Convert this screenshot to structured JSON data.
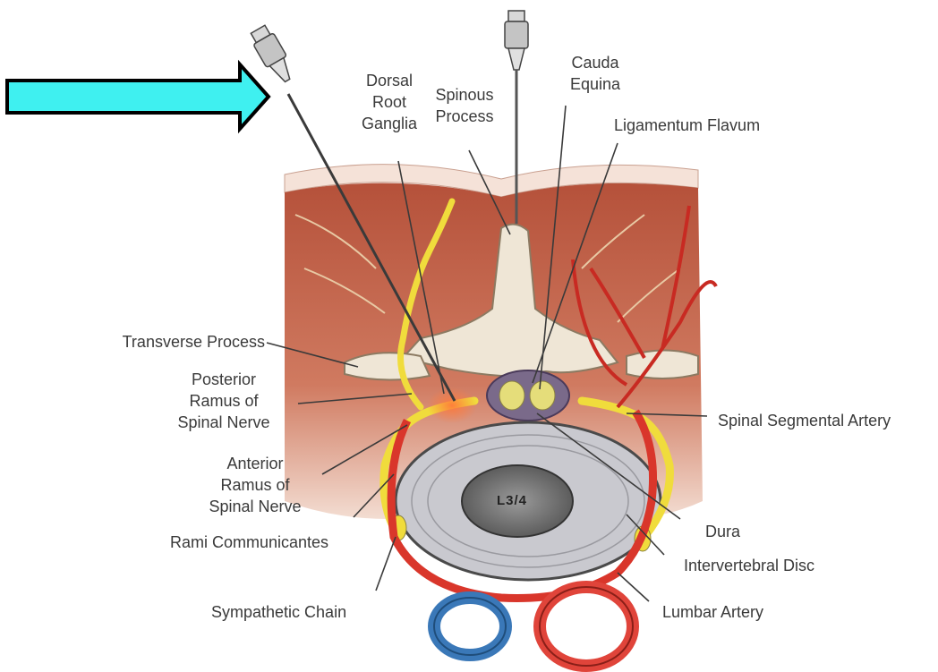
{
  "labels": {
    "dorsal_root_ganglia": [
      "Dorsal",
      "Root",
      "Ganglia"
    ],
    "spinous_process": [
      "Spinous",
      "Process"
    ],
    "cauda_equina": [
      "Cauda",
      "Equina"
    ],
    "ligamentum_flavum": "Ligamentum Flavum",
    "transverse_process": "Transverse Process",
    "posterior_ramus": [
      "Posterior",
      "Ramus of",
      "Spinal Nerve"
    ],
    "anterior_ramus": [
      "Anterior",
      "Ramus of",
      "Spinal Nerve"
    ],
    "rami_communicantes": "Rami Communicantes",
    "sympathetic_chain": "Sympathetic Chain",
    "spinal_segmental_artery": "Spinal Segmental Artery",
    "dura": "Dura",
    "intervertebral_disc": "Intervertebral Disc",
    "lumbar_artery": "Lumbar Artery",
    "disc_level": "L3/4"
  },
  "colors": {
    "arrow_fill": "#3ff0f0",
    "muscle": "#c8654a",
    "bone": "#efe6d6",
    "nerve": "#f0dc3c",
    "artery": "#d9362b",
    "vein": "#3a78b8",
    "disc": "#c9c9cf",
    "nucleus": "#6a6a6a"
  }
}
